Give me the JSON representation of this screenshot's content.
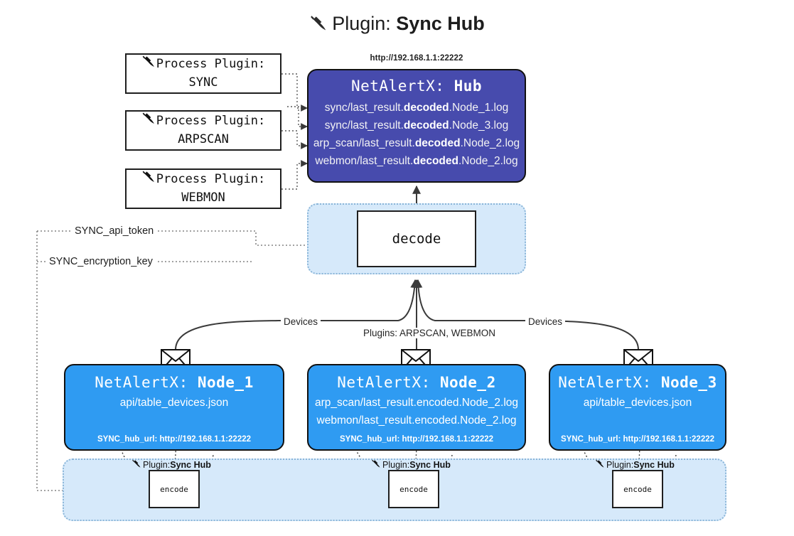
{
  "title": {
    "icon": "plug-icon",
    "prefix": "Plugin: ",
    "name": "Sync Hub"
  },
  "process_plugins": [
    {
      "icon": "plug-icon",
      "line1": "Process Plugin:",
      "line2": "SYNC"
    },
    {
      "icon": "plug-icon",
      "line1": "Process Plugin:",
      "line2": "ARPSCAN"
    },
    {
      "icon": "plug-icon",
      "line1": "Process Plugin:",
      "line2": "WEBMON"
    }
  ],
  "hub": {
    "url": "http://192.168.1.1:22222",
    "title_prefix": "NetAlertX: ",
    "title_name": "Hub",
    "logs": [
      {
        "pre": "sync/last_result.",
        "em": "decoded",
        "post": ".Node_1.log"
      },
      {
        "pre": "sync/last_result.",
        "em": "decoded",
        "post": ".Node_3.log"
      },
      {
        "pre": "arp_scan/last_result.",
        "em": "decoded",
        "post": ".Node_2.log"
      },
      {
        "pre": "webmon/last_result.",
        "em": "decoded",
        "post": ".Node_2.log"
      }
    ],
    "fill_color": "#474bad"
  },
  "decode": {
    "label": "decode",
    "band_color": "#d6e9fa"
  },
  "secrets": [
    {
      "label": "SYNC_api_token"
    },
    {
      "label": "SYNC_encryption_key"
    }
  ],
  "edge_labels": {
    "devices_left": "Devices",
    "devices_right": "Devices",
    "plugins": "Plugins: ARPSCAN, WEBMON"
  },
  "nodes": [
    {
      "icon": "envelope-icon",
      "title_prefix": "NetAlertX: ",
      "title_name": "Node_1",
      "lines": [
        {
          "pre": "api/table_devices.json",
          "em": "",
          "post": ""
        }
      ],
      "hub_url": "SYNC_hub_url: http://192.168.1.1:22222",
      "fill_color": "#2f9bf2"
    },
    {
      "icon": "envelope-icon",
      "title_prefix": "NetAlertX: ",
      "title_name": "Node_2",
      "lines": [
        {
          "pre": "arp_scan/last_result.encoded.Node_2.log",
          "em": "",
          "post": ""
        },
        {
          "pre": "webmon/last_result.encoded.Node_2.log",
          "em": "",
          "post": ""
        }
      ],
      "hub_url": "SYNC_hub_url: http://192.168.1.1:22222",
      "fill_color": "#2f9bf2"
    },
    {
      "icon": "envelope-icon",
      "title_prefix": "NetAlertX: ",
      "title_name": "Node_3",
      "lines": [
        {
          "pre": "api/table_devices.json",
          "em": "",
          "post": ""
        }
      ],
      "hub_url": "SYNC_hub_url: http://192.168.1.1:22222",
      "fill_color": "#2f9bf2"
    }
  ],
  "encoders": [
    {
      "plugin_prefix": "Plugin: ",
      "plugin_name": "Sync Hub",
      "label": "encode"
    },
    {
      "plugin_prefix": "Plugin: ",
      "plugin_name": "Sync Hub",
      "label": "encode"
    },
    {
      "plugin_prefix": "Plugin: ",
      "plugin_name": "Sync Hub",
      "label": "encode"
    }
  ]
}
